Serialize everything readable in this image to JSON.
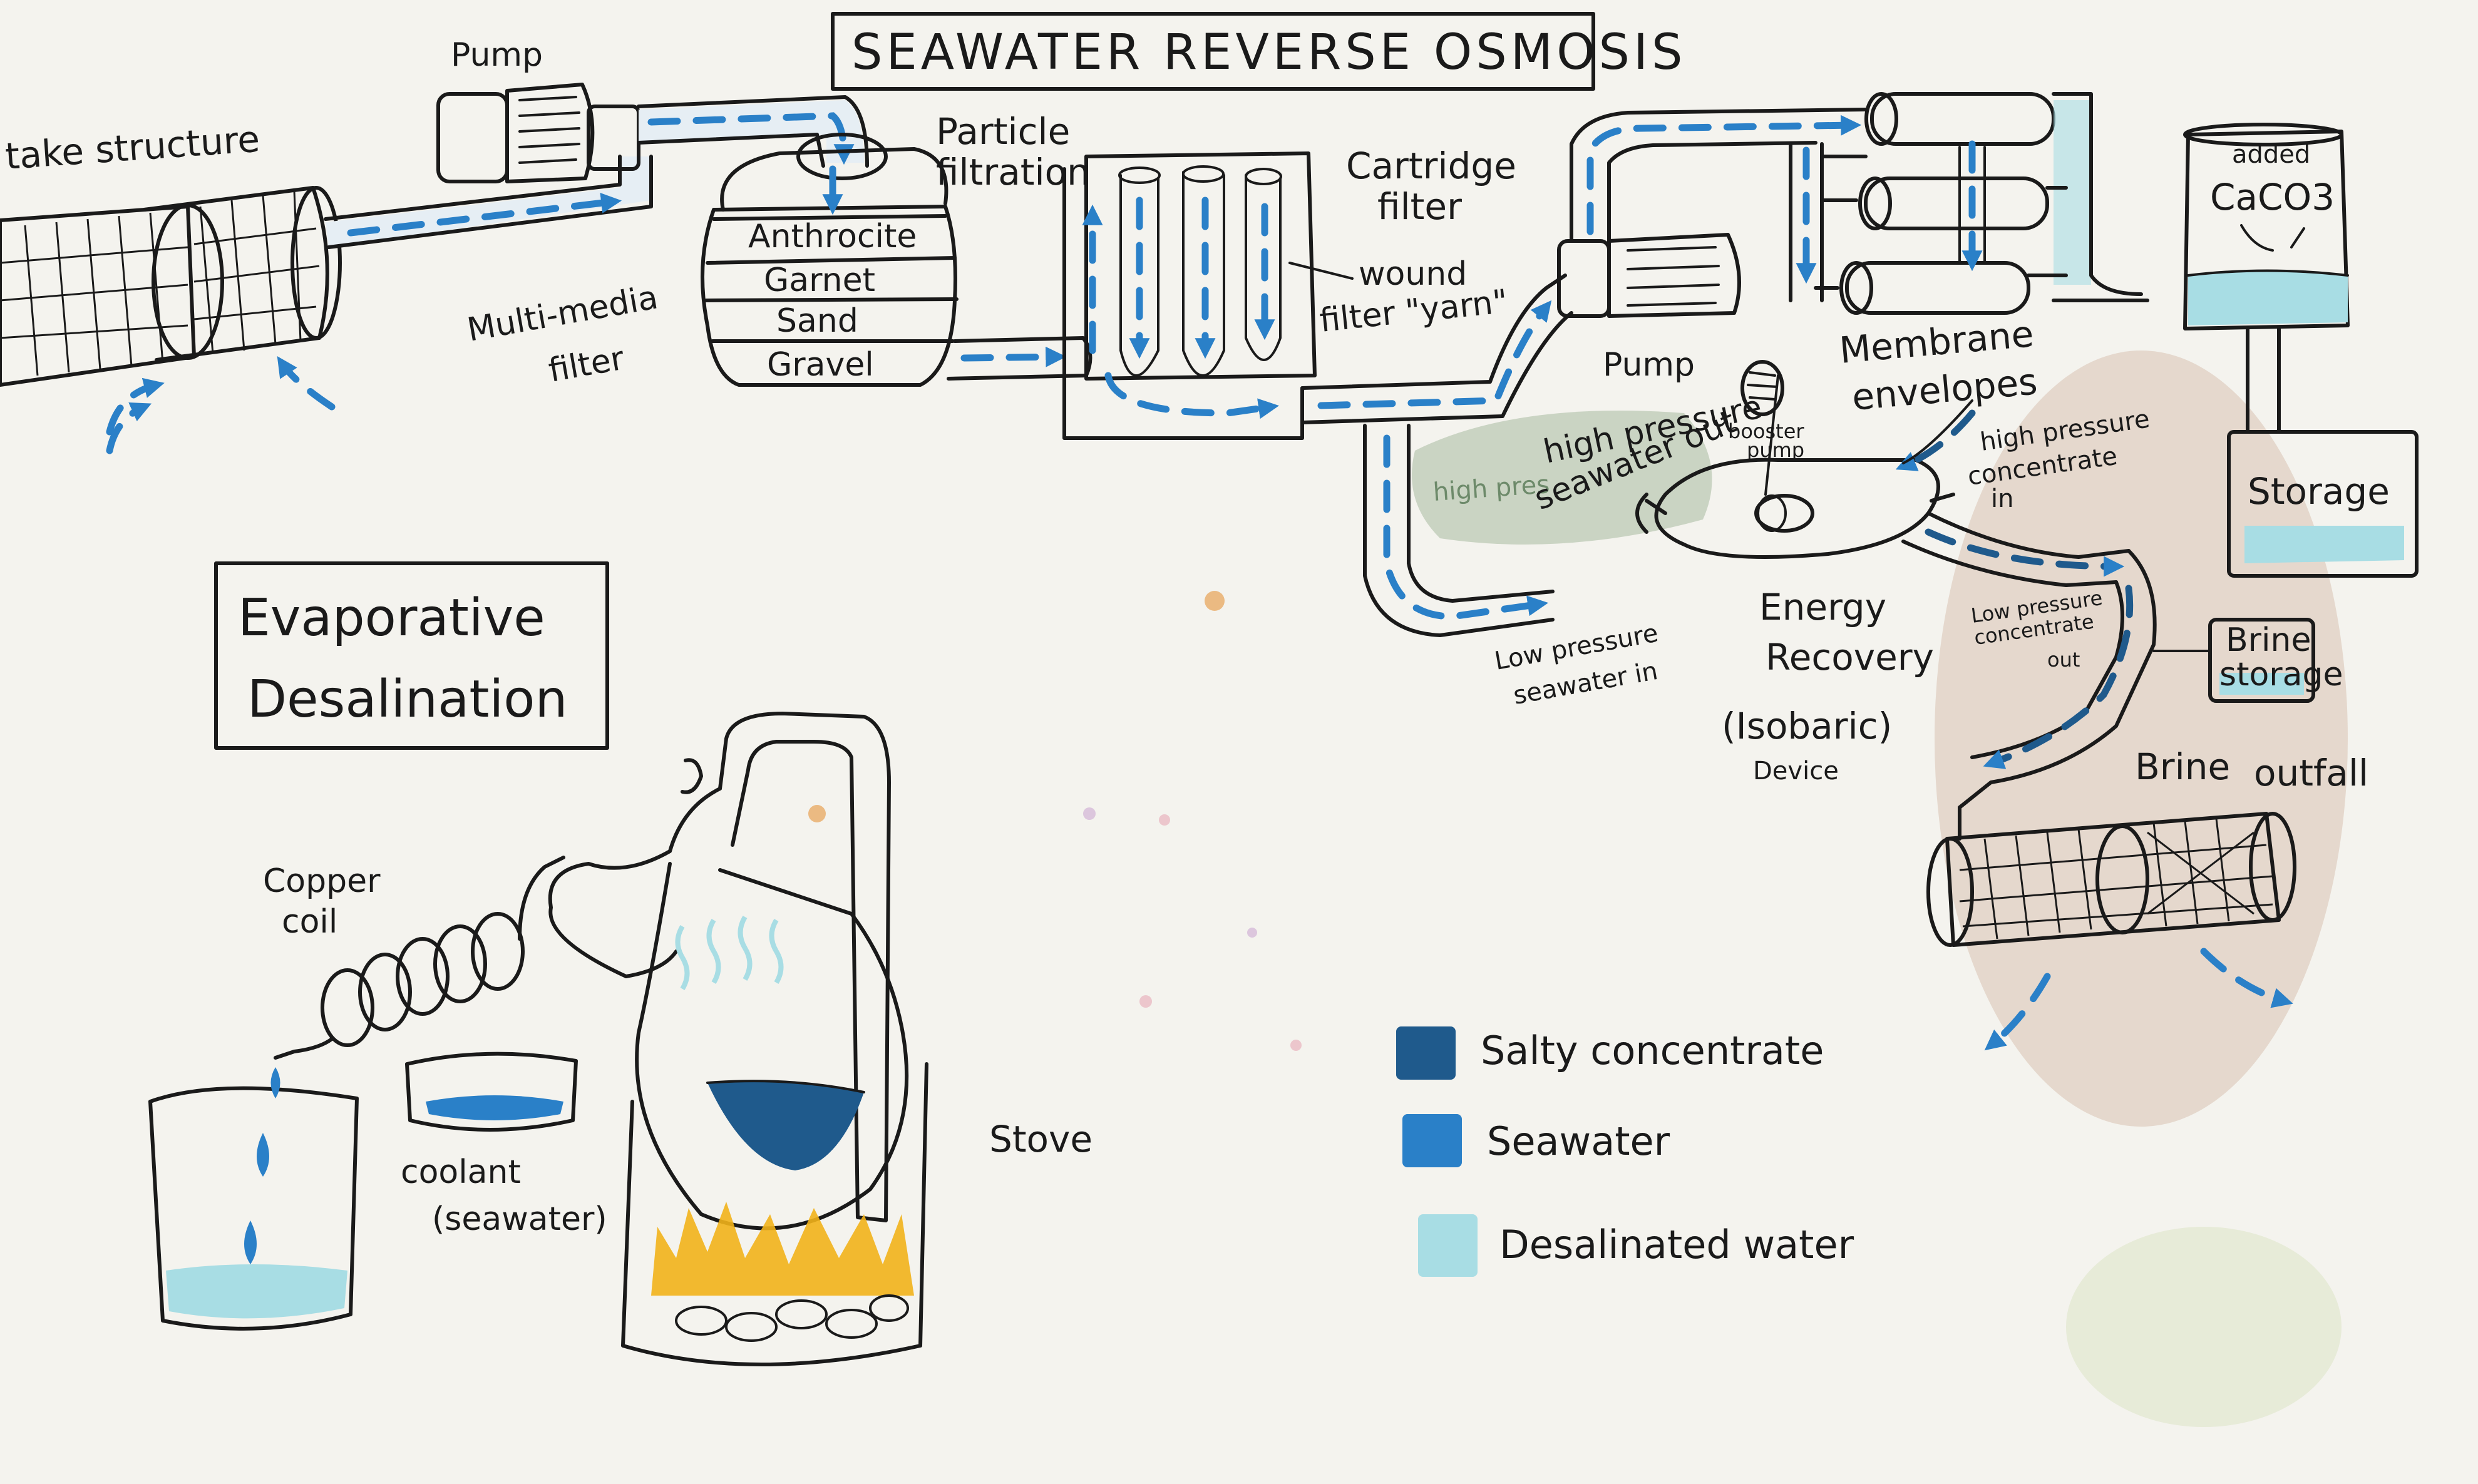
{
  "colors": {
    "paper": "#f4f3ee",
    "ink": "#1a1a1a",
    "salty_concentrate": "#1f5a8c",
    "seawater": "#2a80c8",
    "desalinated_water": "#a8dde4",
    "pipe_water": "#cfe3f1",
    "high_pressure_wash": "#a8b9a0",
    "fire": "#f2b21a",
    "brine_stain": "#c9a58f"
  },
  "titles": {
    "ro": "SEAWATER REVERSE OSMOSIS",
    "evap_line1": "Evaporative",
    "evap_line2": "Desalination"
  },
  "ro_labels": {
    "intake": "take structure",
    "pump_top": "Pump",
    "particle_line1": "Particle",
    "particle_line2": "filtration",
    "media_layers": [
      "Anthrocite",
      "Garnet",
      "Sand",
      "Gravel"
    ],
    "multimedia_line1": "Multi-media",
    "multimedia_line2": "filter",
    "cartridge_line1": "Cartridge",
    "cartridge_line2": "filter",
    "wound_line1": "wound",
    "wound_line2": "filter \"yarn\"",
    "pump_mid": "Pump",
    "hp_out_line1": "high pressure",
    "hp_out_line2": "seawater out",
    "hp_faint": "high pres",
    "booster_line1": "booster",
    "booster_line2": "pump",
    "membrane_line1": "Membrane",
    "membrane_line2": "envelopes",
    "hp_conc_line1": "high pressure",
    "hp_conc_line2": "concentrate",
    "hp_conc_line3": "in",
    "lp_in_line1": "Low pressure",
    "lp_in_line2": "seawater in",
    "erd_line1": "Energy",
    "erd_line2": "Recovery",
    "erd_line3": "(Isobaric)",
    "erd_line4": "Device",
    "lp_conc_line1": "Low pressure",
    "lp_conc_line2": "concentrate",
    "lp_conc_line3": "out",
    "added": "added",
    "caco3": "CaCO3",
    "storage": "Storage",
    "brine_storage_line1": "Brine",
    "brine_storage_line2": "storage",
    "brine_outfall_line1": "Brine",
    "brine_outfall_line2": "outfall"
  },
  "evap_labels": {
    "copper_line1": "Copper",
    "copper_line2": "coil",
    "coolant_line1": "coolant",
    "coolant_line2": "(seawater)",
    "stove": "Stove"
  },
  "legend": [
    {
      "label": "Salty concentrate",
      "color": "#1f5a8c"
    },
    {
      "label": "Seawater",
      "color": "#2a80c8"
    },
    {
      "label": "Desalinated water",
      "color": "#a8dde4"
    }
  ]
}
